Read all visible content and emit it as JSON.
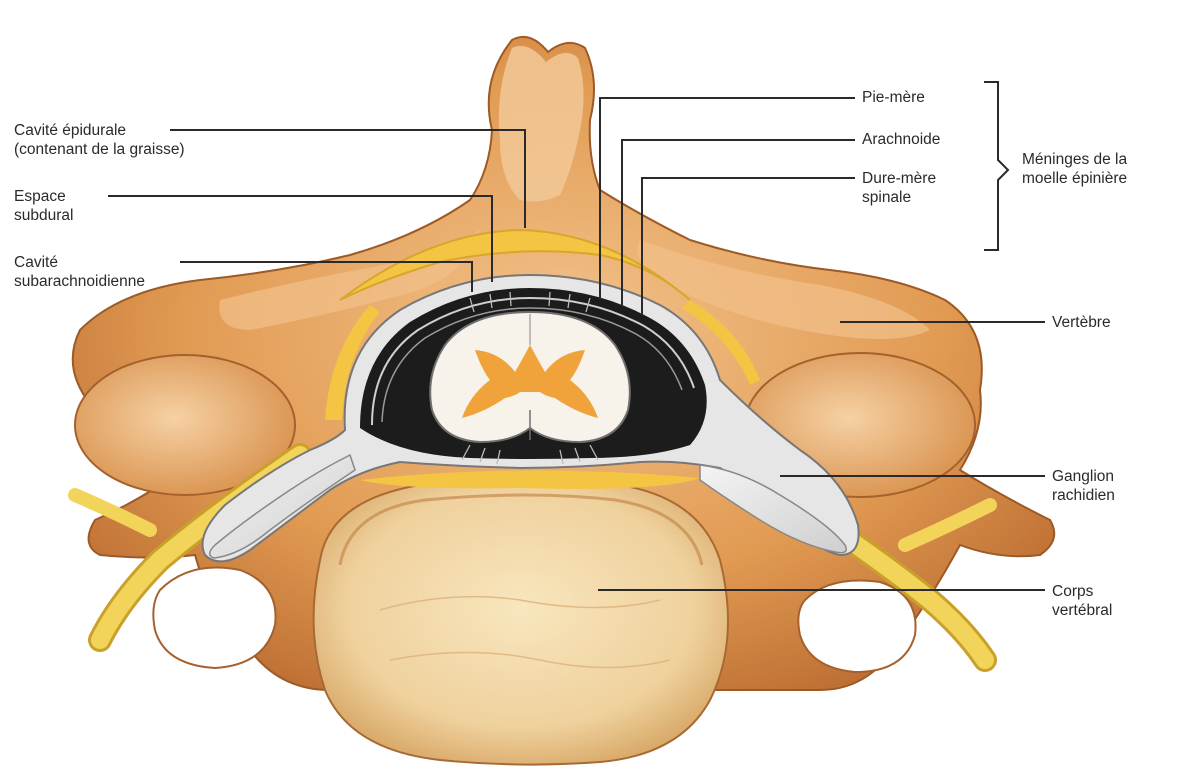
{
  "labels": {
    "cavite_epidurale": [
      "Cavité épidurale",
      "(contenant de la graisse)"
    ],
    "espace_subdural": [
      "Espace",
      "subdural"
    ],
    "cavite_subarachnoidienne": [
      "Cavité",
      "subarachnoidienne"
    ],
    "pie_mere": [
      "Pie-mère"
    ],
    "arachnoide": [
      "Arachnoide"
    ],
    "dure_mere": [
      "Dure-mère",
      "spinale"
    ],
    "meninges": [
      "Méninges de la",
      "moelle épinière"
    ],
    "vertebre": [
      "Vertèbre"
    ],
    "ganglion": [
      "Ganglion",
      "rachidien"
    ],
    "corps": [
      "Corps",
      "vertébral"
    ]
  },
  "colors": {
    "bone": "#e2a05a",
    "bone_light": "#f0c590",
    "bone_shadow": "#b8692f",
    "body_face": "#f3dcac",
    "fat": "#f4c542",
    "nerve": "#f3d45a",
    "dura": "#d8d8d8",
    "dark_space": "#1c1c1c",
    "cord_white": "#f7f2ea",
    "grey_matter": "#efa33a",
    "leader_line": "#2a2a2a"
  }
}
